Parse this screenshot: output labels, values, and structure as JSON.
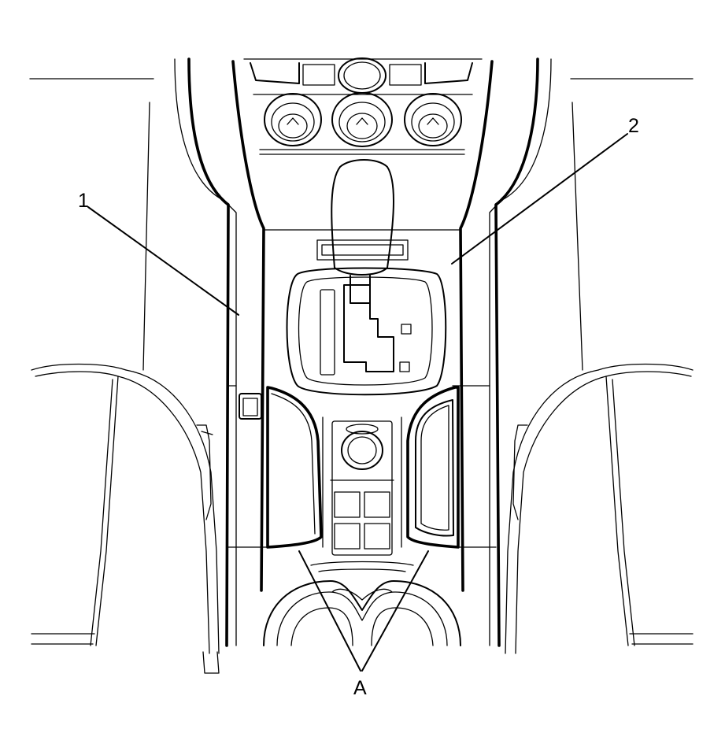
{
  "callouts": {
    "item1": "1",
    "item2": "2",
    "itemA": "A"
  },
  "colors": {
    "line": "#000000",
    "background": "#ffffff"
  }
}
